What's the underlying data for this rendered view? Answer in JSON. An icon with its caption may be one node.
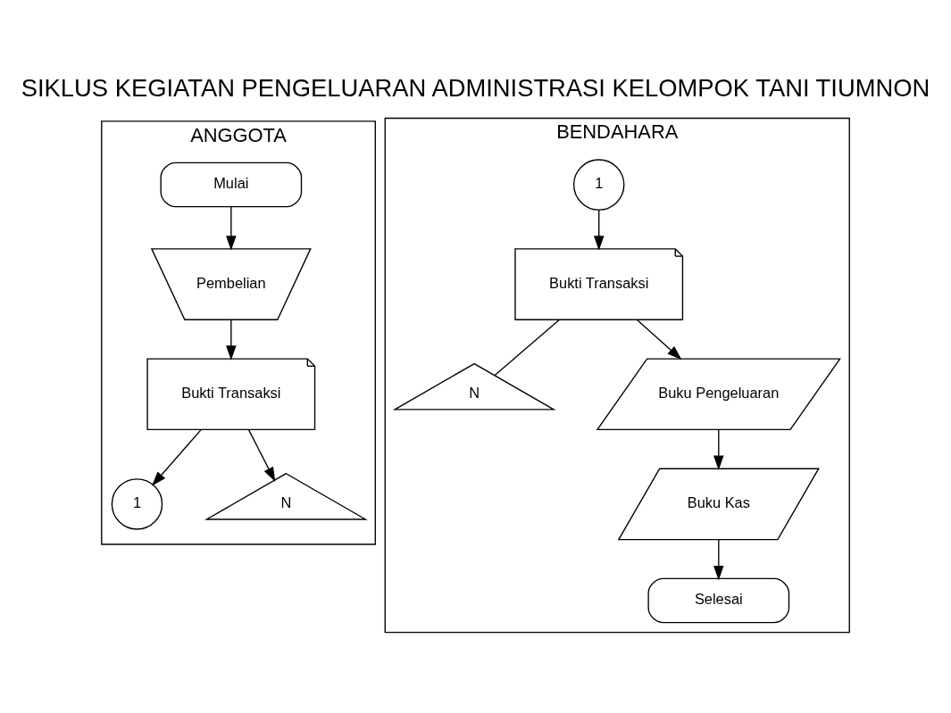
{
  "diagram": {
    "title": "SIKLUS KEGIATAN PENGELUARAN ADMINISTRASI KELOMPOK TANI TIUMNON",
    "nodes": [
      {
        "text": [
          "ANGGOTA"
        ]
      },
      {
        "text": [
          "Mulai"
        ],
        "in": 0
      },
      {
        "text": [
          "Pembelian"
        ],
        "in": 0
      },
      {
        "text": [
          "Bukti Transaksi"
        ],
        "in": 0
      },
      {
        "text": [
          "1"
        ],
        "in": 0
      },
      {
        "text": [
          "N"
        ],
        "in": 0
      },
      {
        "text": [
          "BENDAHARA"
        ]
      },
      {
        "text": [
          "1"
        ],
        "in": 6
      },
      {
        "text": [
          "Bukti Transaksi"
        ],
        "in": 6
      },
      {
        "text": [
          "N"
        ],
        "in": 6
      },
      {
        "text": [
          "Buku Pengeluaran"
        ],
        "in": 6
      },
      {
        "text": [
          "Buku Kas"
        ],
        "in": 6
      },
      {
        "text": [
          "Selesai"
        ],
        "in": 6
      }
    ],
    "edges": [
      {
        "from": 1,
        "to": 2,
        "arrow": "to"
      },
      {
        "from": 2,
        "to": 3,
        "arrow": "to"
      },
      {
        "from": 3,
        "to": 4,
        "arrow": "to"
      },
      {
        "from": 3,
        "to": 5,
        "arrow": "to"
      },
      {
        "from": 7,
        "to": 8,
        "arrow": "to"
      },
      {
        "from": 8,
        "to": 9,
        "arrow": "none"
      },
      {
        "from": 8,
        "to": 10,
        "arrow": "to"
      },
      {
        "from": 10,
        "to": 11,
        "arrow": "to"
      },
      {
        "from": 11,
        "to": 12,
        "arrow": "to"
      }
    ]
  }
}
